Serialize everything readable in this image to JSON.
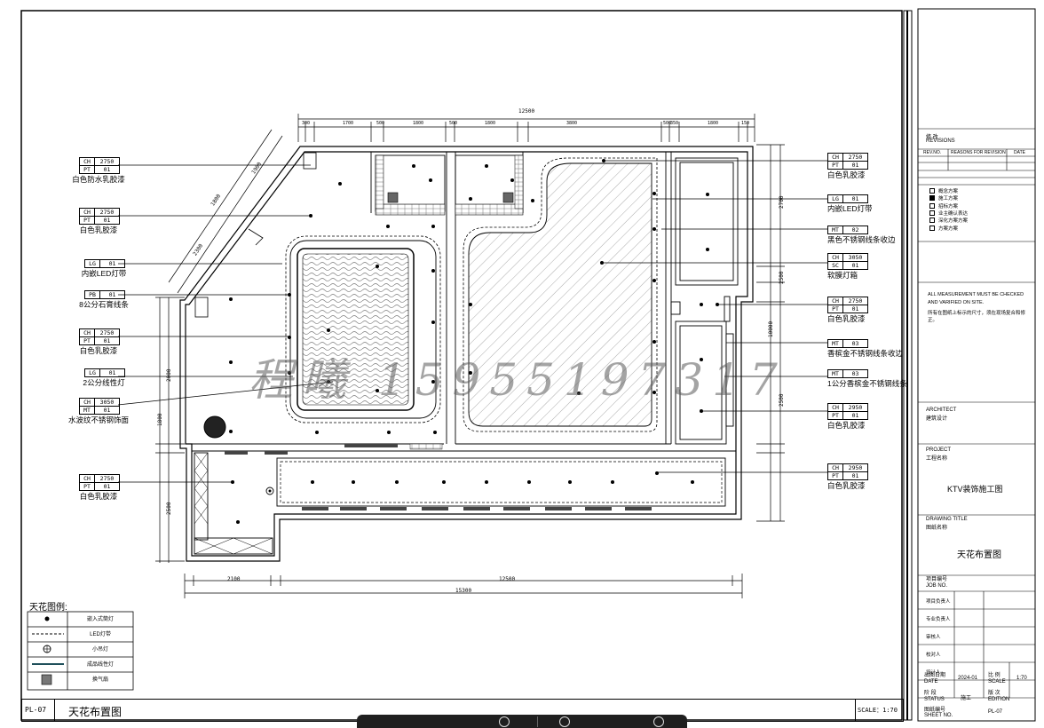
{
  "watermark": "程曦 15955197317",
  "dimensions": {
    "top_total": "12500",
    "top_segments": [
      "300",
      "1700",
      "500",
      "1800",
      "500",
      "1800",
      "3800",
      "500",
      "1800",
      "150"
    ],
    "top_small": "350",
    "bottom_total": "15300",
    "bottom_segments": [
      "2100",
      "12500"
    ],
    "left_segments": [
      "1800",
      "2000",
      "2500"
    ],
    "right_segments": [
      "2700",
      "10000",
      "2500",
      "2500"
    ],
    "diagonal_segments": [
      "1800",
      "2300",
      "1900"
    ]
  },
  "left_tags": [
    {
      "code1": "CH",
      "val1": "2750",
      "code2": "PT",
      "val2": "01",
      "desc": "白色防水乳胶漆"
    },
    {
      "code1": "CH",
      "val1": "2750",
      "code2": "PT",
      "val2": "01",
      "desc": "白色乳胶漆"
    },
    {
      "code1": "LG",
      "val1": "01",
      "desc": "内嵌LED灯带"
    },
    {
      "code1": "PB",
      "val1": "01",
      "desc": "8公分石膏线条"
    },
    {
      "code1": "CH",
      "val1": "2750",
      "code2": "PT",
      "val2": "01",
      "desc": "白色乳胶漆"
    },
    {
      "code1": "LG",
      "val1": "01",
      "desc": "2公分线性灯"
    },
    {
      "code1": "CH",
      "val1": "3050",
      "code2": "MT",
      "val2": "01",
      "desc": "水波纹不锈钢饰面"
    },
    {
      "code1": "CH",
      "val1": "2750",
      "code2": "PT",
      "val2": "01",
      "desc": "白色乳胶漆"
    }
  ],
  "right_tags": [
    {
      "code1": "CH",
      "val1": "2750",
      "code2": "PT",
      "val2": "01",
      "desc": "白色乳胶漆"
    },
    {
      "code1": "LG",
      "val1": "01",
      "desc": "内嵌LED灯带"
    },
    {
      "code1": "MT",
      "val1": "02",
      "desc": "黑色不锈钢线条收边"
    },
    {
      "code1": "CH",
      "val1": "3050",
      "code2": "SC",
      "val2": "01",
      "desc": "软膜灯箱"
    },
    {
      "code1": "CH",
      "val1": "2750",
      "code2": "PT",
      "val2": "01",
      "desc": "白色乳胶漆"
    },
    {
      "code1": "MT",
      "val1": "03",
      "desc": "香槟金不锈钢线条收边"
    },
    {
      "code1": "MT",
      "val1": "03",
      "desc": "1公分香槟金不锈钢线条"
    },
    {
      "code1": "CH",
      "val1": "2950",
      "code2": "PT",
      "val2": "01",
      "desc": "白色乳胶漆"
    },
    {
      "code1": "CH",
      "val1": "2950",
      "code2": "PT",
      "val2": "01",
      "desc": "白色乳胶漆"
    }
  ],
  "legend": {
    "title": "天花图例:",
    "items": [
      {
        "icon": "downlight-icon",
        "label": "嵌入式筒灯"
      },
      {
        "icon": "led-strip-icon",
        "label": "LED灯带"
      },
      {
        "icon": "pendant-light-icon",
        "label": "小吊灯"
      },
      {
        "icon": "linear-light-icon",
        "label": "成品线性灯"
      },
      {
        "icon": "exhaust-fan-icon",
        "label": "换气扇"
      }
    ]
  },
  "bottom_bar": {
    "sheet_id": "PL-07",
    "title": "天花布置图",
    "scale": "SCALE：1:70"
  },
  "title_block": {
    "revisions_cn": "修 改",
    "revisions_en": "REVISIONS",
    "rev_headers": [
      "REV.NO.",
      "REASONS FOR REVISION",
      "DATE"
    ],
    "rev_items": [
      "概念方案",
      "施工方案",
      "招标方案",
      "业主确认表达",
      "深化方案方案",
      "方案方案"
    ],
    "note_en": "ALL MEASUREMENT MUST BE CHECKED AND VARIFIED ON SITE.",
    "note_cn": "所有在图纸上标示的尺寸，须在现场复合和修正。",
    "architect_en": "ARCHITECT",
    "architect_cn": "建筑设计",
    "project_en": "PROJECT",
    "project_cn": "工程名称",
    "project_name": "KTV装饰施工图",
    "drawing_title_en": "DRAWING TITLE",
    "drawing_title_cn": "图纸名称",
    "drawing_name": "天花布置图",
    "job_no": "项目编号\nJOB NO.",
    "roles": [
      "项目负责人",
      "专业负责人",
      "审核人",
      "校对人",
      "设计人"
    ],
    "date_label": "出图日期\nDATE",
    "date_value": "2024-01",
    "scale_label": "比 例\nSCALE",
    "scale_value": "1:70",
    "status_label": "阶 段\nSTATUS",
    "status_value": "施工",
    "edition_label": "版 次\nEDITION",
    "sheet_label": "图纸编号\nSHEET NO.",
    "sheet_value": "PL-07"
  }
}
